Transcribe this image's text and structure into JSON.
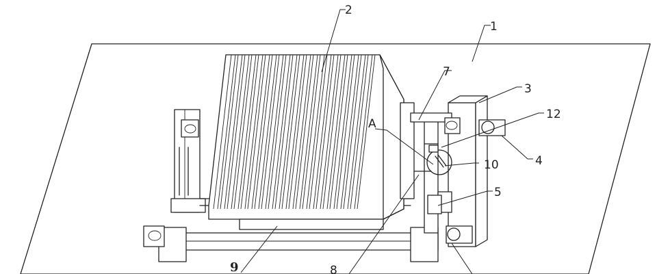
{
  "diagram": {
    "labels": {
      "l1": "1",
      "l2": "2",
      "l3": "3",
      "l4": "4",
      "l5": "5",
      "l7": "7",
      "l8": "8",
      "l9": "9",
      "l10": "10",
      "l12": "12",
      "la": "A"
    }
  }
}
